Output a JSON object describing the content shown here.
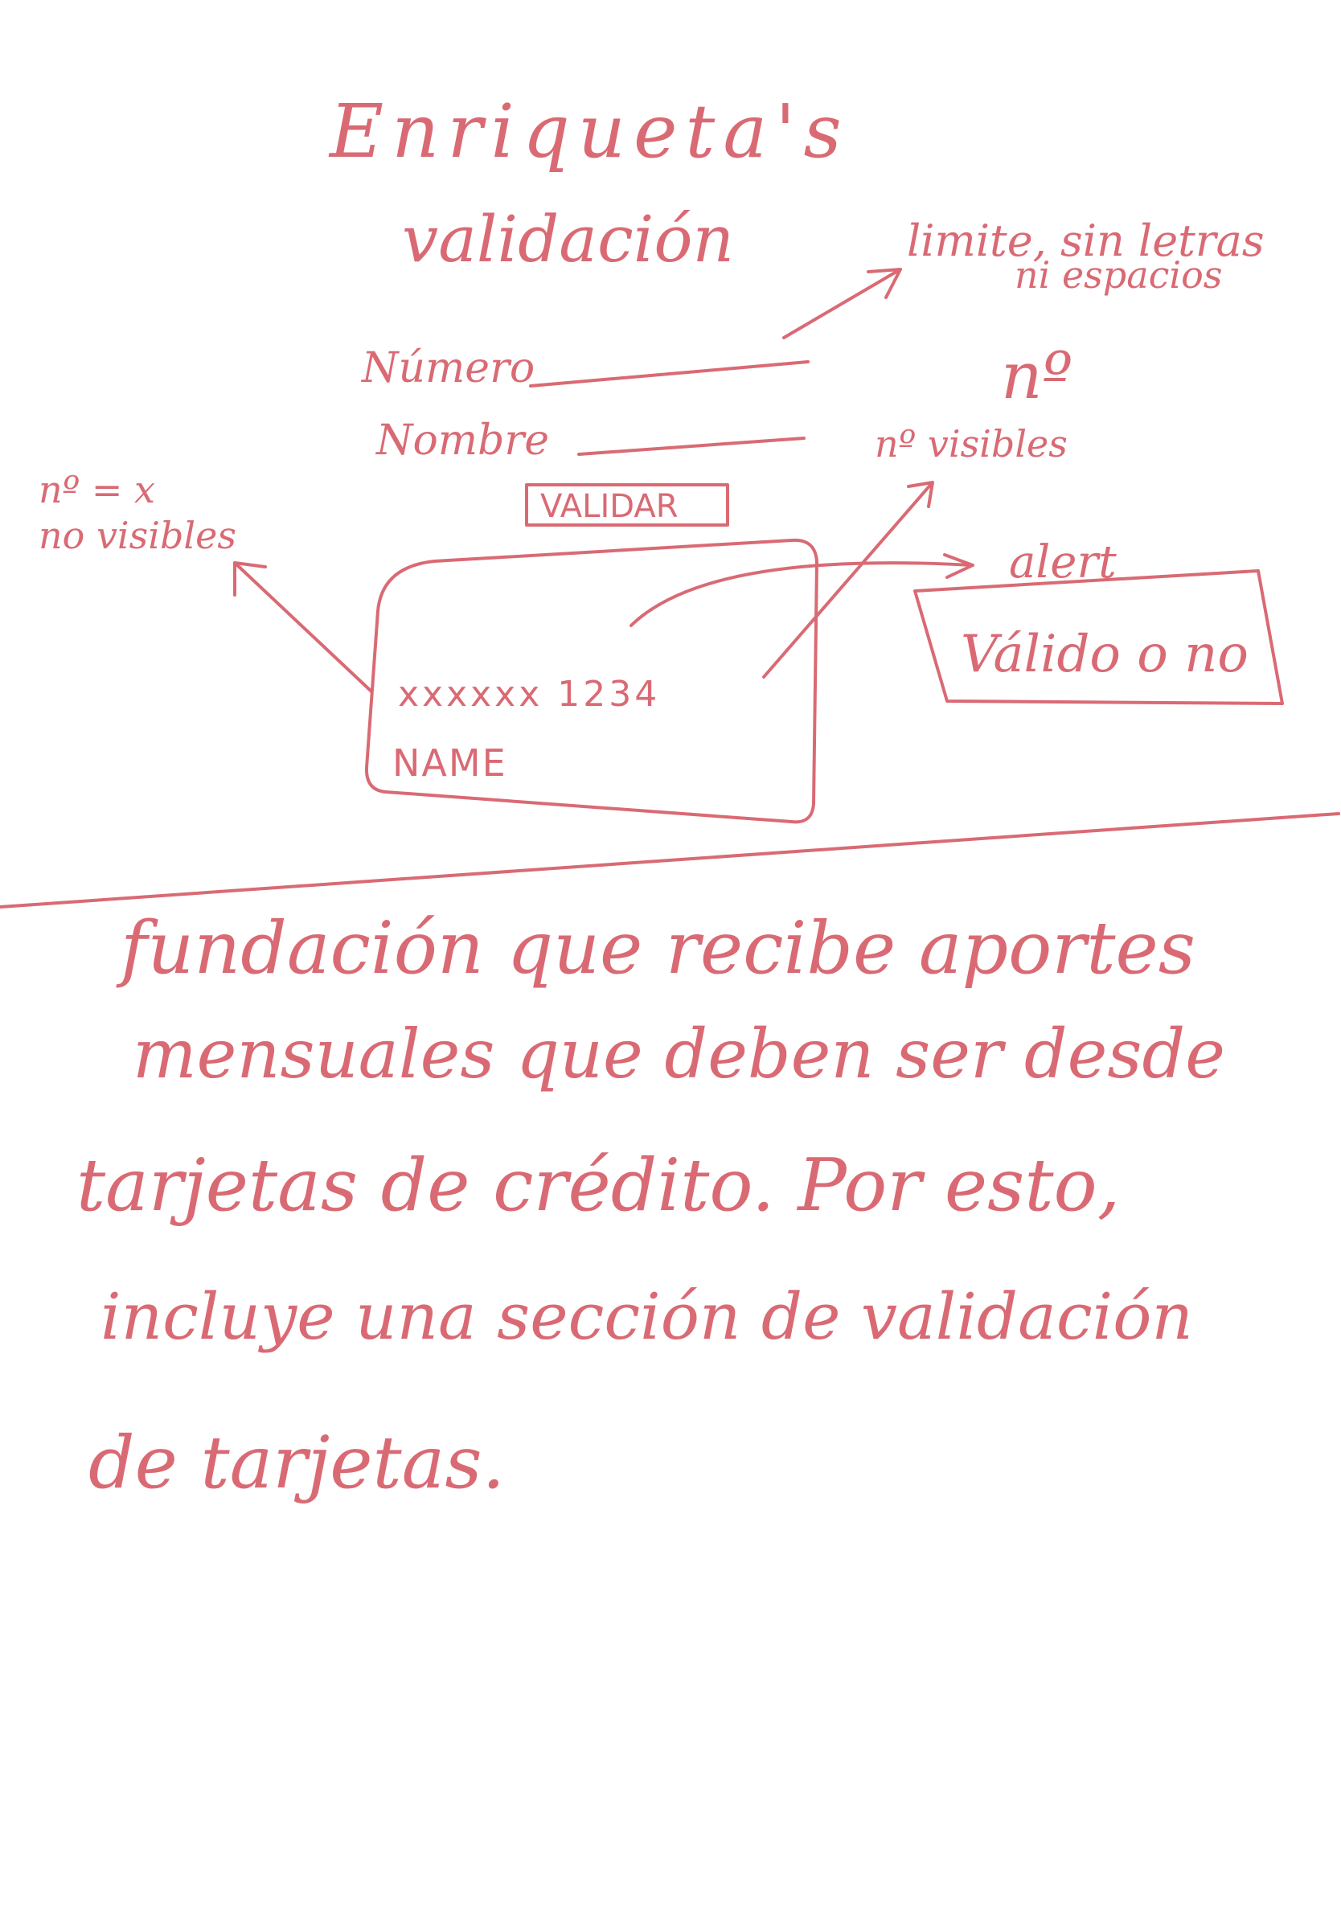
{
  "ink_color": "#d96a74",
  "background_color": "#ffffff",
  "header": {
    "title_line1": "Enriqueta's",
    "title_line2": "validación"
  },
  "form_sketch": {
    "number_label": "Número",
    "name_label": "Nombre",
    "validate_button_label": "VALIDAR"
  },
  "annotations": {
    "number_note_line1": "limite, sin letras",
    "number_note_line2": "ni espacios",
    "name_note_symbol": "nº",
    "visible_digits_note": "nº visibles",
    "hidden_digits_note_line1": "nº = x",
    "hidden_digits_note_line2": "no visibles",
    "alert_label": "alert"
  },
  "card_sketch": {
    "masked_number": "xxxxxx 1234",
    "cardholder": "NAME"
  },
  "alert_box": {
    "message": "Válido o no"
  },
  "description": {
    "lines": [
      "fundación que recibe aportes",
      "mensuales que deben ser desde",
      "tarjetas de crédito. Por esto,",
      "incluye una sección de validación",
      "de tarjetas."
    ]
  }
}
